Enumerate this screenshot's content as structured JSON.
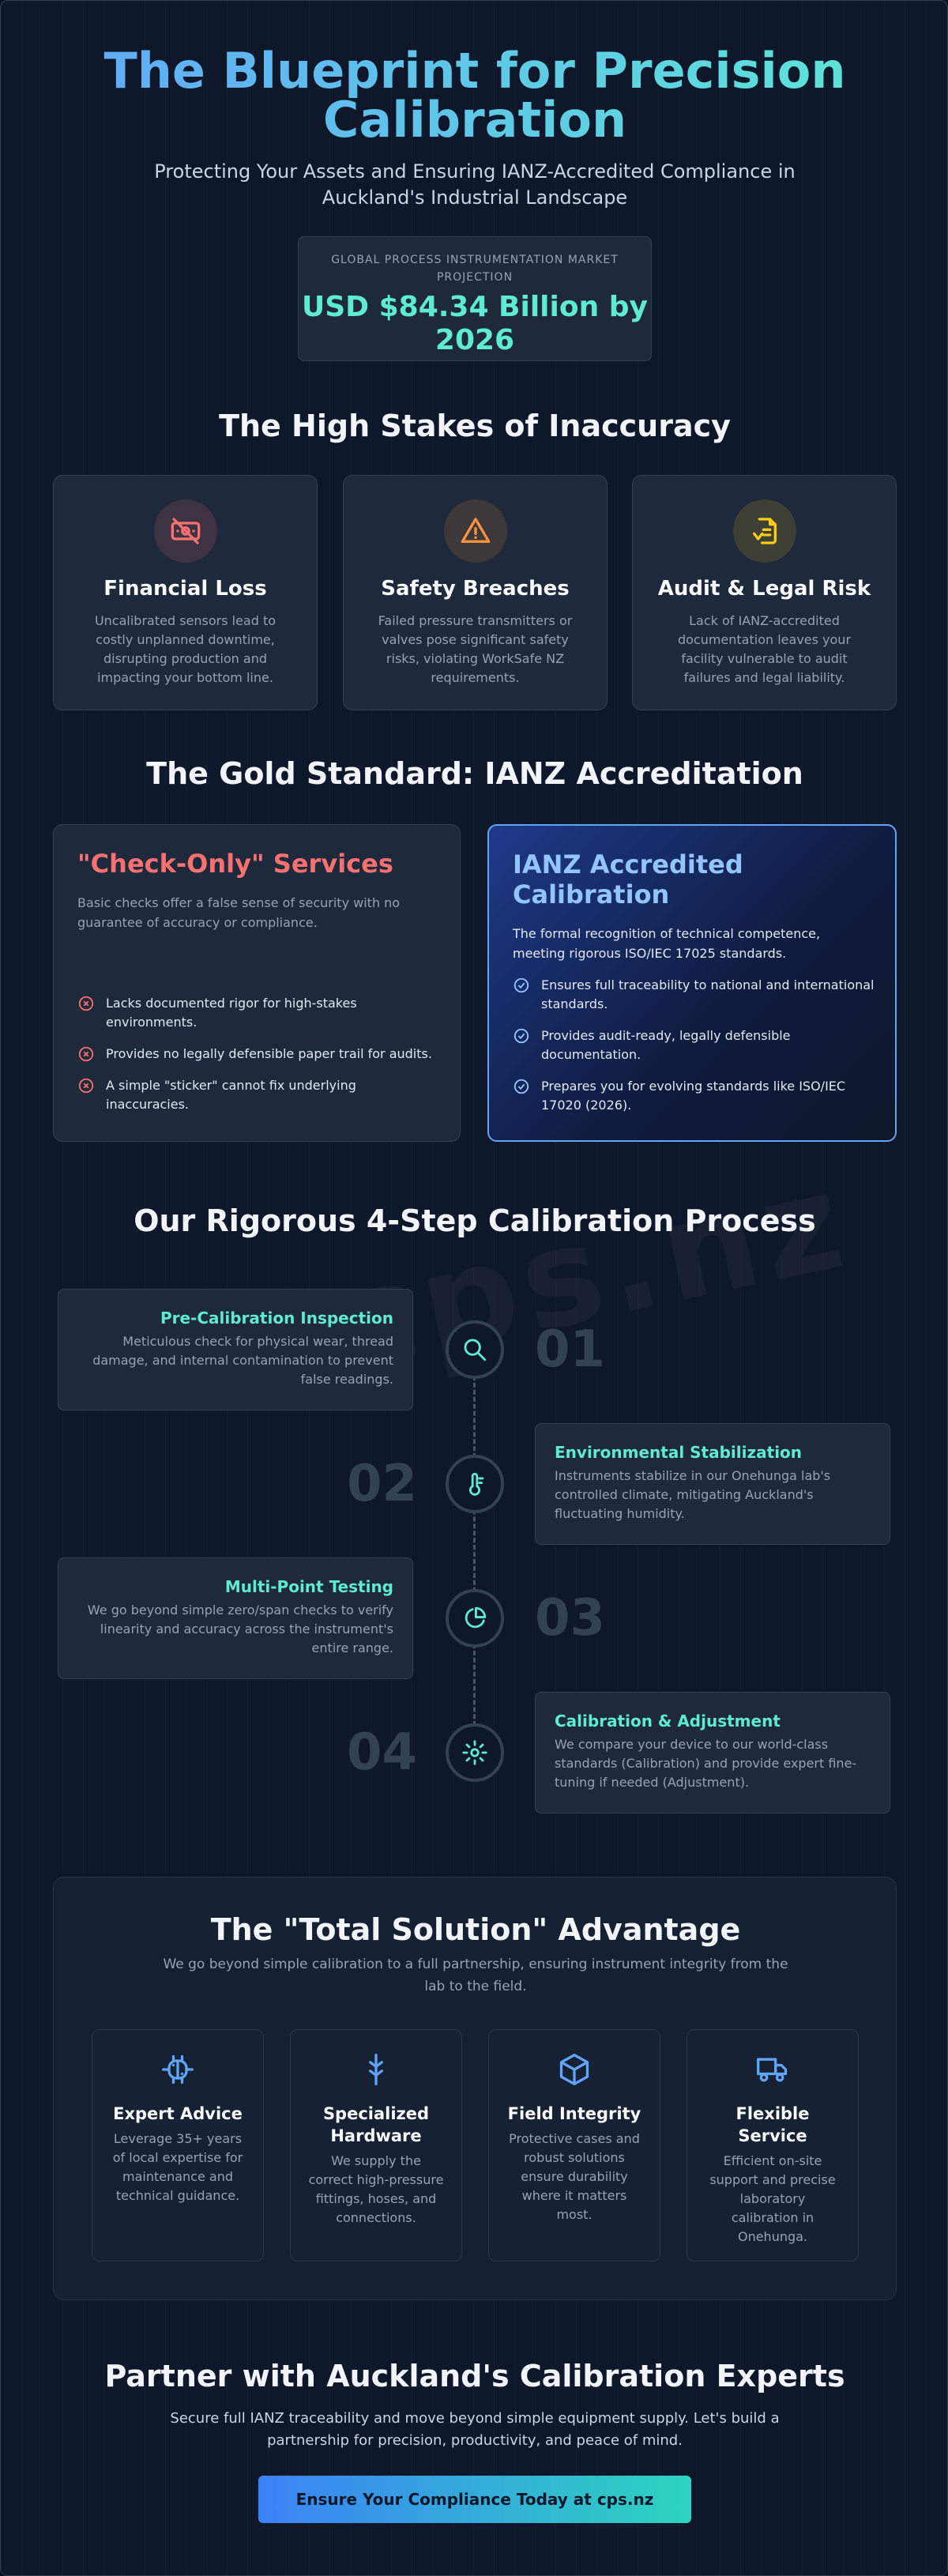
{
  "hero": {
    "title_line1": "The Blueprint for Precision",
    "title_line2": "Calibration",
    "subtitle": "Protecting Your Assets and Ensuring IANZ-Accredited Compliance in Auckland's Industrial Landscape",
    "stat_label": "GLOBAL PROCESS INSTRUMENTATION MARKET PROJECTION",
    "stat_value": "USD $84.34 Billion by 2026"
  },
  "stakes": {
    "title": "The High Stakes of Inaccuracy",
    "cards": [
      {
        "icon": "money-off-icon",
        "title": "Financial Loss",
        "text": "Uncalibrated sensors lead to costly unplanned downtime, disrupting production and impacting your bottom line.",
        "color": "#f87171"
      },
      {
        "icon": "warning-icon",
        "title": "Safety Breaches",
        "text": "Failed pressure transmitters or valves pose significant safety risks, violating WorkSafe NZ requirements.",
        "color": "#fb923c"
      },
      {
        "icon": "document-alert-icon",
        "title": "Audit & Legal Risk",
        "text": "Lack of IANZ-accredited documentation leaves your facility vulnerable to audit failures and legal liability.",
        "color": "#facc15"
      }
    ]
  },
  "standard": {
    "title": "The Gold Standard: IANZ Accreditation",
    "check_only": {
      "title": "\"Check-Only\" Services",
      "desc": "Basic checks offer a false sense of security with no guarantee of accuracy or compliance.",
      "items": [
        "Lacks documented rigor for high-stakes environments.",
        "Provides no legally defensible paper trail for audits.",
        "A simple \"sticker\" cannot fix underlying inaccuracies."
      ]
    },
    "accredited": {
      "title": "IANZ Accredited Calibration",
      "desc": "The formal recognition of technical competence, meeting rigorous ISO/IEC 17025 standards.",
      "items": [
        "Ensures full traceability to national and international standards.",
        "Provides audit-ready, legally defensible documentation.",
        "Prepares you for evolving standards like ISO/IEC 17020 (2026)."
      ]
    }
  },
  "process": {
    "title": "Our Rigorous 4-Step Calibration Process",
    "watermark": "cps.nz",
    "steps": [
      {
        "num": "01",
        "title": "Pre-Calibration Inspection",
        "text": "Meticulous check for physical wear, thread damage, and internal contamination to prevent false readings.",
        "icon": "search-icon"
      },
      {
        "num": "02",
        "title": "Environmental Stabilization",
        "text": "Instruments stabilize in our Onehunga lab's controlled climate, mitigating Auckland's fluctuating humidity.",
        "icon": "thermometer-icon"
      },
      {
        "num": "03",
        "title": "Multi-Point Testing",
        "text": "We go beyond simple zero/span checks to verify linearity and accuracy across the instrument's entire range.",
        "icon": "pie-chart-icon"
      },
      {
        "num": "04",
        "title": "Calibration & Adjustment",
        "text": "We compare your device to our world-class standards (Calibration) and provide expert fine-tuning if needed (Adjustment).",
        "icon": "gear-icon"
      }
    ]
  },
  "solution": {
    "title": "The \"Total Solution\" Advantage",
    "subtitle": "We go beyond simple calibration to a full partnership, ensuring instrument integrity from the lab to the field.",
    "features": [
      {
        "icon": "brain-icon",
        "title": "Expert Advice",
        "text": "Leverage 35+ years of local expertise for maintenance and technical guidance."
      },
      {
        "icon": "fitting-icon",
        "title": "Specialized Hardware",
        "text": "We supply the correct high-pressure fittings, hoses, and connections."
      },
      {
        "icon": "box-icon",
        "title": "Field Integrity",
        "text": "Protective cases and robust solutions ensure durability where it matters most."
      },
      {
        "icon": "truck-icon",
        "title": "Flexible Service",
        "text": "Efficient on-site support and precise laboratory calibration in Onehunga."
      }
    ]
  },
  "cta": {
    "title": "Partner with Auckland's Calibration Experts",
    "subtitle": "Secure full IANZ traceability and move beyond simple equipment supply. Let's build a partnership for precision, productivity, and peace of mind.",
    "button": "Ensure Your Compliance Today at cps.nz"
  },
  "colors": {
    "background": "#0f172a",
    "card": "#1e293b",
    "accent_teal": "#5eead4",
    "accent_blue": "#60a5fa",
    "danger": "#f87171"
  }
}
